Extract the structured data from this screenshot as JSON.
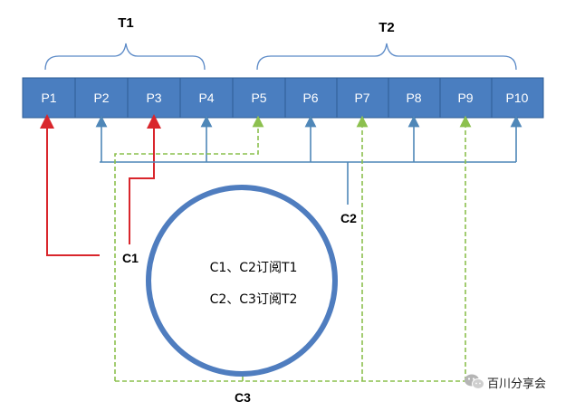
{
  "topics": [
    {
      "name": "T1"
    },
    {
      "name": "T2"
    }
  ],
  "partitions": [
    "P1",
    "P2",
    "P3",
    "P4",
    "P5",
    "P6",
    "P7",
    "P8",
    "P9",
    "P10"
  ],
  "consumers": {
    "c1": "C1",
    "c2": "C2",
    "c3": "C3"
  },
  "circle": {
    "line1": "C1、C2订阅T1",
    "line2": "C2、C3订阅T2"
  },
  "watermark": {
    "text": "百川分享会",
    "icon": "wechat-icon"
  },
  "colors": {
    "partition_fill": "#4a7ec0",
    "partition_border": "#2e5c95",
    "c1_line": "#d9262c",
    "c2_line": "#4f87b8",
    "c3_line": "#8cc04e",
    "circle_stroke": "#4f7dbf",
    "brace": "#5b8ac7"
  }
}
